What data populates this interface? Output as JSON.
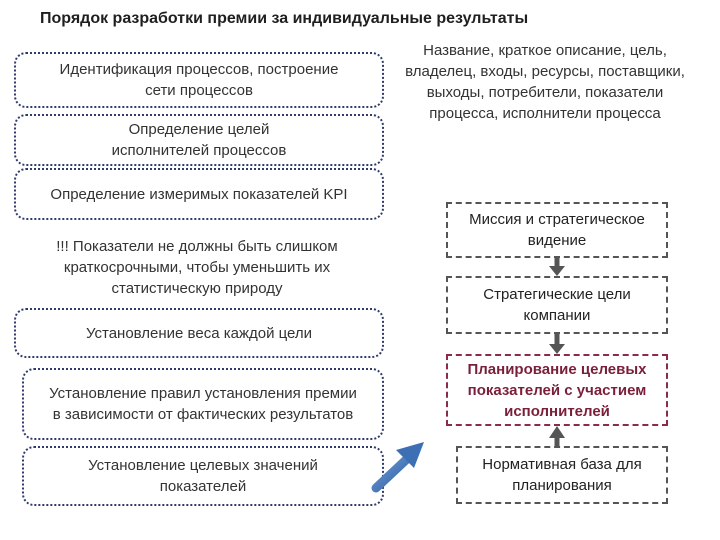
{
  "title": "Порядок разработки премии за индивидуальные результаты",
  "left_steps": [
    {
      "text": "Идентификация процессов, построение сети процессов"
    },
    {
      "text": "Определение целей исполнителей процессов"
    },
    {
      "text": "Определение измеримых показателей KPI"
    },
    {
      "text": "Установление веса каждой цели"
    },
    {
      "text": "Установление правил установления премии в зависимости от фактических результатов"
    },
    {
      "text": "Установление целевых значений показателей"
    }
  ],
  "note": "!!! Показатели не должны быть слишком краткосрочными, чтобы уменьшить их статистическую природу",
  "right_description": "Название, краткое описание, цель, владелец, входы, ресурсы, поставщики, выходы, потребители, показатели процесса, исполнители процесса",
  "right_boxes": [
    {
      "text": "Миссия и стратегическое видение"
    },
    {
      "text": "Стратегические цели компании"
    },
    {
      "text": "Планирование целевых показателей с участием исполнителей"
    },
    {
      "text": "Нормативная база для планирования"
    }
  ],
  "colors": {
    "step_border": "#2f3b6b",
    "highlight": "#7a1f3a",
    "arrow_blue": "#3c6fb4"
  }
}
